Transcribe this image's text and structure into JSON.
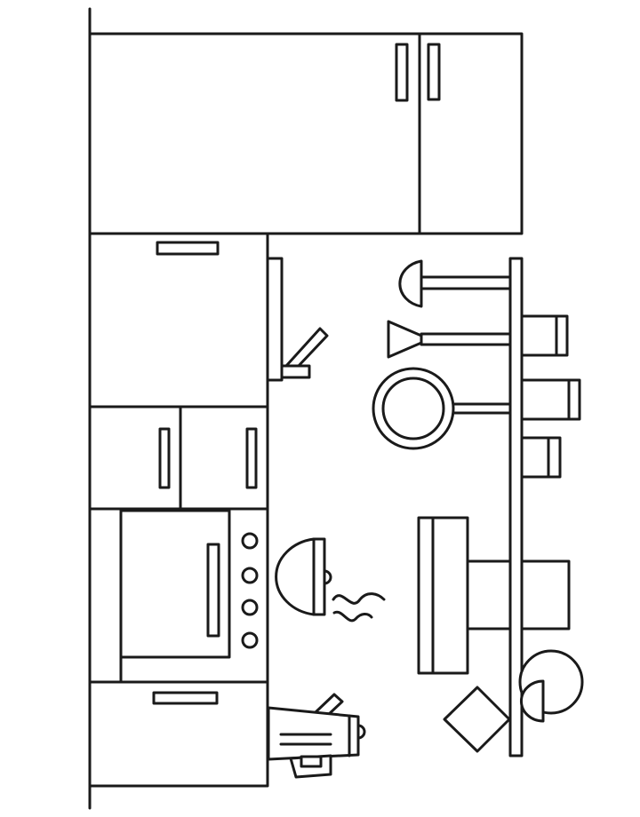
{
  "scene": "kitchen-line-drawing",
  "colors": {
    "line": "#1a1a1a",
    "background": "#ffffff"
  },
  "objects": [
    "refrigerator",
    "upper-cabinet",
    "sink-faucet",
    "drawer-cabinets",
    "oven",
    "stove-knobs",
    "pot",
    "steam",
    "bottom-cabinet",
    "hand-mixer",
    "utensil-rail",
    "ladle",
    "funnel",
    "strainer",
    "jars",
    "cutting-board",
    "pan",
    "plate",
    "bowl",
    "box"
  ]
}
